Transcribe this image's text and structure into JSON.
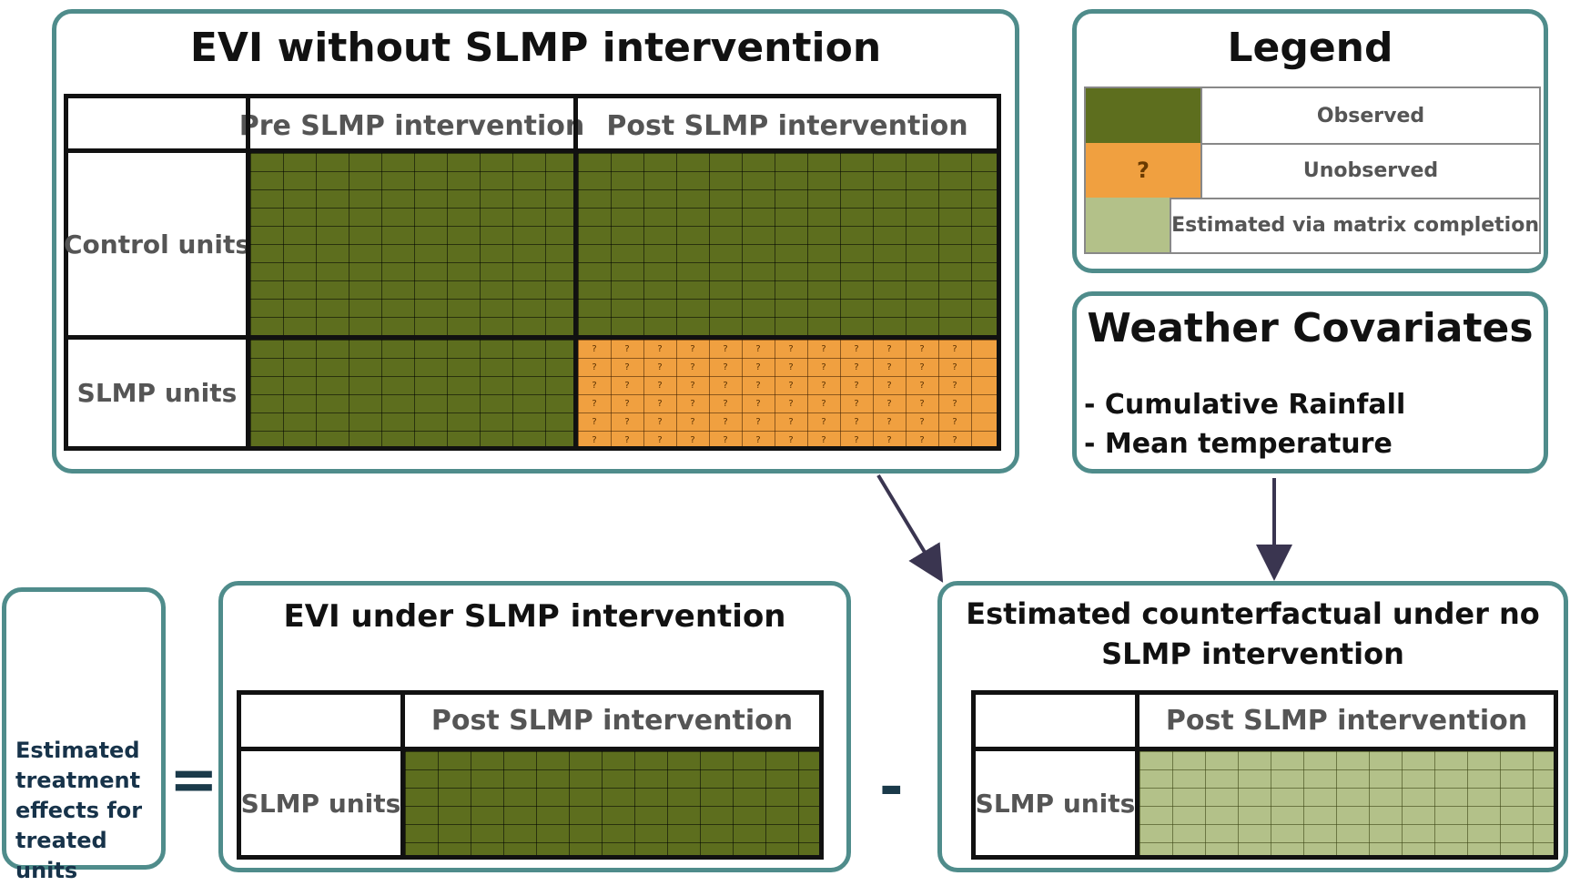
{
  "top_panel": {
    "title": "EVI without SLMP intervention",
    "col_headers": [
      "Pre SLMP intervention",
      "Post SLMP intervention"
    ],
    "row_labels": [
      "Control units",
      "SLMP units"
    ],
    "unobserved_marker": "?"
  },
  "legend": {
    "title": "Legend",
    "items": [
      {
        "label": "Observed",
        "color": "#5d6e1e",
        "marker": ""
      },
      {
        "label": "Unobserved",
        "color": "#f0a040",
        "marker": "?"
      },
      {
        "label": "Estimated via matrix completion",
        "color": "#b3c189",
        "marker": ""
      }
    ]
  },
  "weather": {
    "title": "Weather Covariates",
    "items": [
      "- Cumulative Rainfall",
      "- Mean temperature"
    ]
  },
  "treatment": {
    "text_lines": [
      "Estimated",
      "treatment",
      "effects for",
      "treated units"
    ]
  },
  "equals_sign": "=",
  "minus_sign": "-",
  "evi_under": {
    "title": "EVI under SLMP intervention",
    "col_header": "Post SLMP intervention",
    "row_label": "SLMP units"
  },
  "counterfactual": {
    "title_lines": [
      "Estimated counterfactual under no",
      "SLMP intervention"
    ],
    "col_header": "Post SLMP intervention",
    "row_label": "SLMP units"
  },
  "colors": {
    "panel_border": "#4f8c8b",
    "observed": "#5d6e1e",
    "unobserved": "#f0a040",
    "estimated": "#b3c189",
    "arrow": "#3a3550"
  }
}
